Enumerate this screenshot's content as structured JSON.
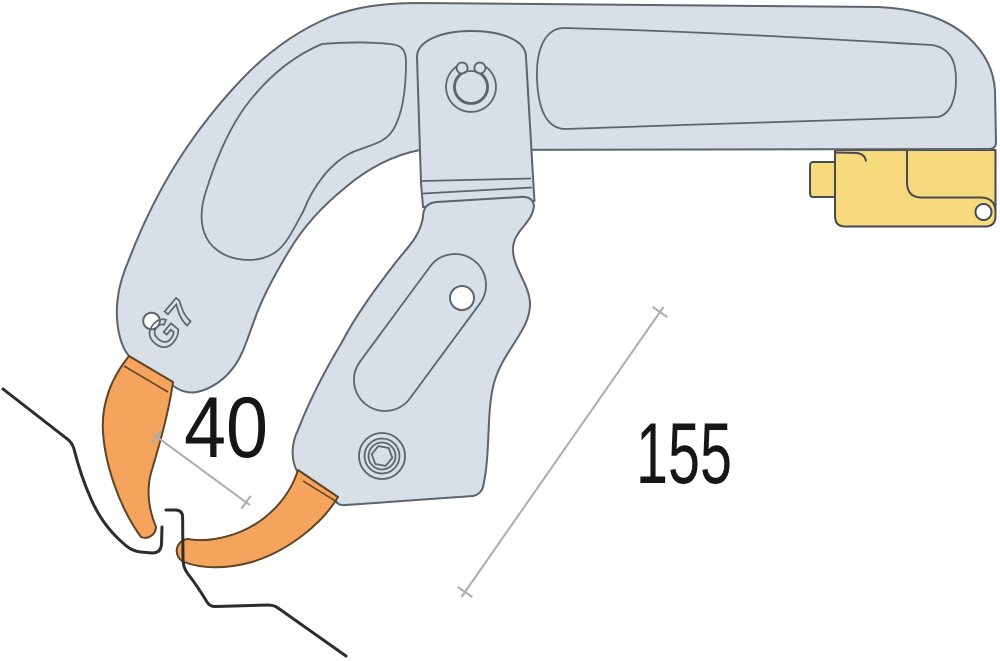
{
  "diagram": {
    "type": "technical-drawing",
    "subject": "Spot-welding gun arm with electrode tips clamping a joggled sheet-metal seam",
    "marking": "G7",
    "dimensions": {
      "electrode_gap": "40",
      "arm_reach": "155"
    },
    "colors": {
      "background": "#ffffff",
      "body_fill": "#d8dfe6",
      "body_outline": "#5b6570",
      "electrode_fill": "#f4a45c",
      "electrode_outline": "#5e4527",
      "block_fill": "#f7da7d",
      "block_outline": "#474a51",
      "hole_fill": "#ffffff",
      "sheet_line": "#2a2d34",
      "dimension_line": "#aaadb0",
      "dimension_text": "#161616"
    }
  }
}
